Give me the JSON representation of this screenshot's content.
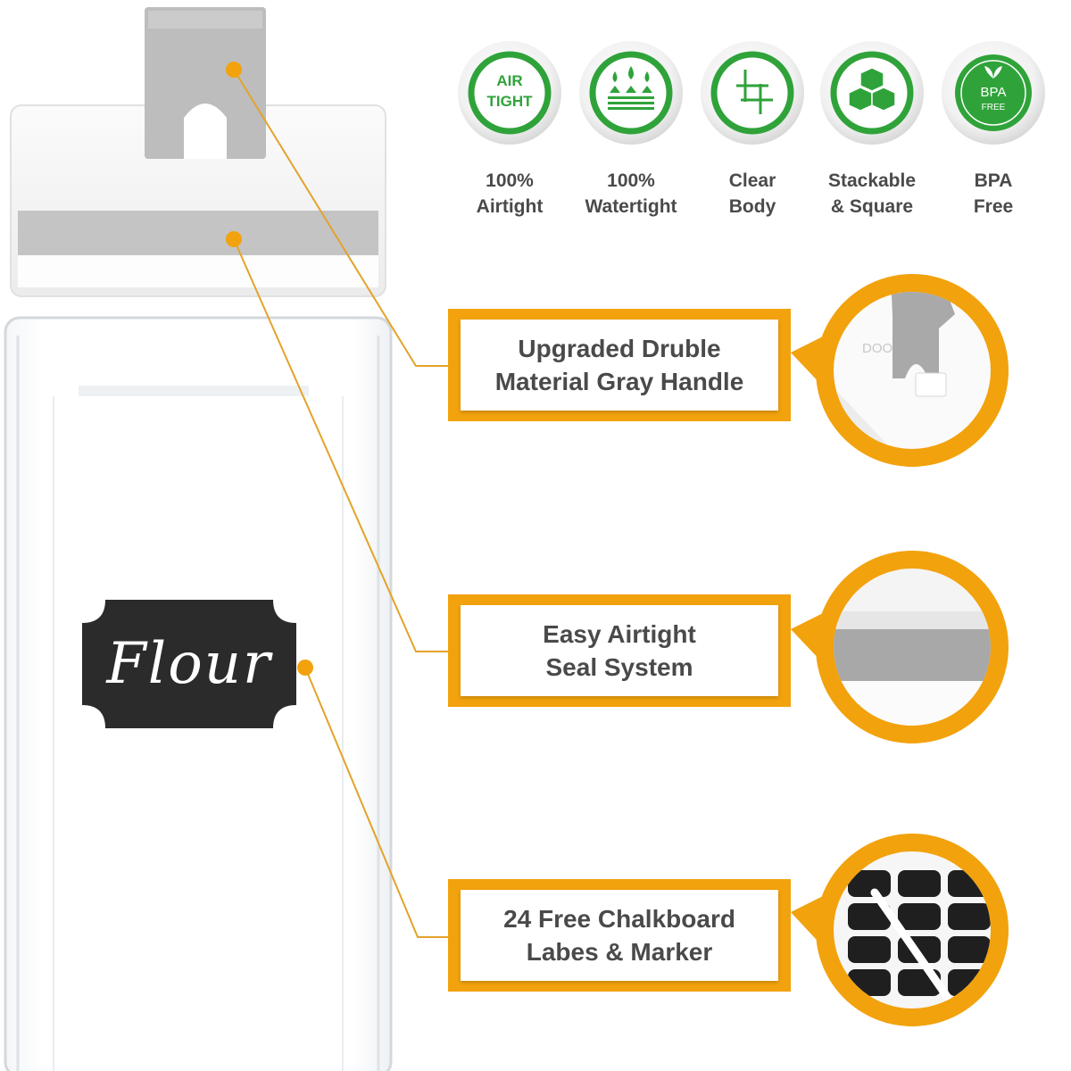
{
  "badges": [
    {
      "icon": "airtight-text-icon",
      "icon_text": [
        "AIR",
        "TIGHT"
      ],
      "label": [
        "100%",
        "Airtight"
      ]
    },
    {
      "icon": "watertight-icon",
      "label": [
        "100%",
        "Watertight"
      ]
    },
    {
      "icon": "clear-body-icon",
      "label": [
        "Clear",
        "Body"
      ]
    },
    {
      "icon": "stackable-cubes-icon",
      "label": [
        "Stackable",
        "& Square"
      ]
    },
    {
      "icon": "bpa-free-leaf-icon",
      "icon_text": [
        "BPA",
        "FREE"
      ],
      "label": [
        "BPA",
        "Free"
      ]
    }
  ],
  "features": [
    {
      "lines": [
        "Upgraded Druble",
        "Material Gray Handle"
      ],
      "image": "gray-handle-closeup"
    },
    {
      "lines": [
        "Easy Airtight",
        "Seal System"
      ],
      "image": "seal-closeup"
    },
    {
      "lines": [
        "24 Free Chalkboard",
        "Labes & Marker"
      ],
      "image": "chalkboard-labels-closeup"
    }
  ],
  "jar_label": "Flour",
  "handle_closeup_text": "DOO",
  "colors": {
    "accent_orange": "#f2a20d",
    "badge_green": "#2fa33a",
    "text_gray": "#4a4a4a",
    "chalkboard": "#2b2b2b",
    "handle_gray": "#b9b9b9"
  }
}
